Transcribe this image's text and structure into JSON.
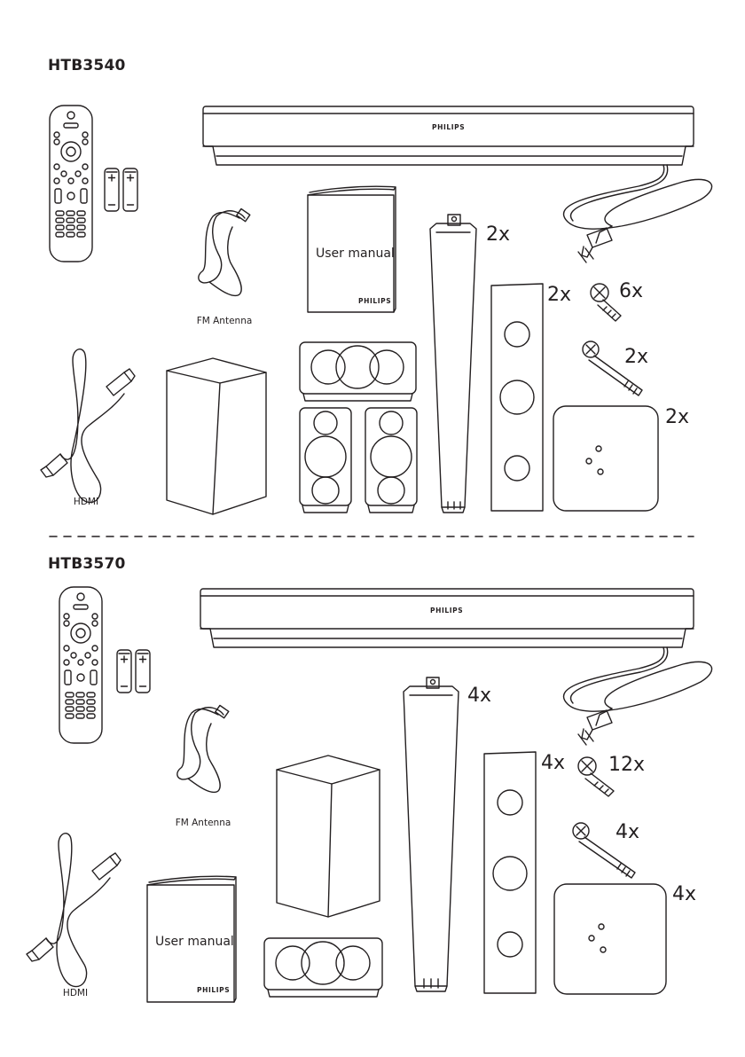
{
  "sections": [
    {
      "model": "HTB3540",
      "brand": "PHILIPS",
      "manual_label": "User manual",
      "antenna_label": "FM Antenna",
      "hdmi_label": "HDMI",
      "qty": {
        "front_speaker": "2x",
        "rear_speaker": "2x",
        "screw_short": "6x",
        "screw_long": "2x",
        "stand_base": "2x"
      }
    },
    {
      "model": "HTB3570",
      "brand": "PHILIPS",
      "manual_label": "User manual",
      "antenna_label": "FM Antenna",
      "hdmi_label": "HDMI",
      "qty": {
        "front_speaker": "4x",
        "rear_speaker": "4x",
        "screw_short": "12x",
        "screw_long": "4x",
        "stand_base": "4x"
      }
    }
  ],
  "icons": [
    "remote-control-icon",
    "battery-icon",
    "soundbar-icon",
    "power-cord-icon",
    "fm-antenna-icon",
    "user-manual-icon",
    "hdmi-cable-icon",
    "subwoofer-icon",
    "center-speaker-icon",
    "satellite-speaker-icon",
    "tall-speaker-icon",
    "screw-icon",
    "speaker-base-icon"
  ]
}
